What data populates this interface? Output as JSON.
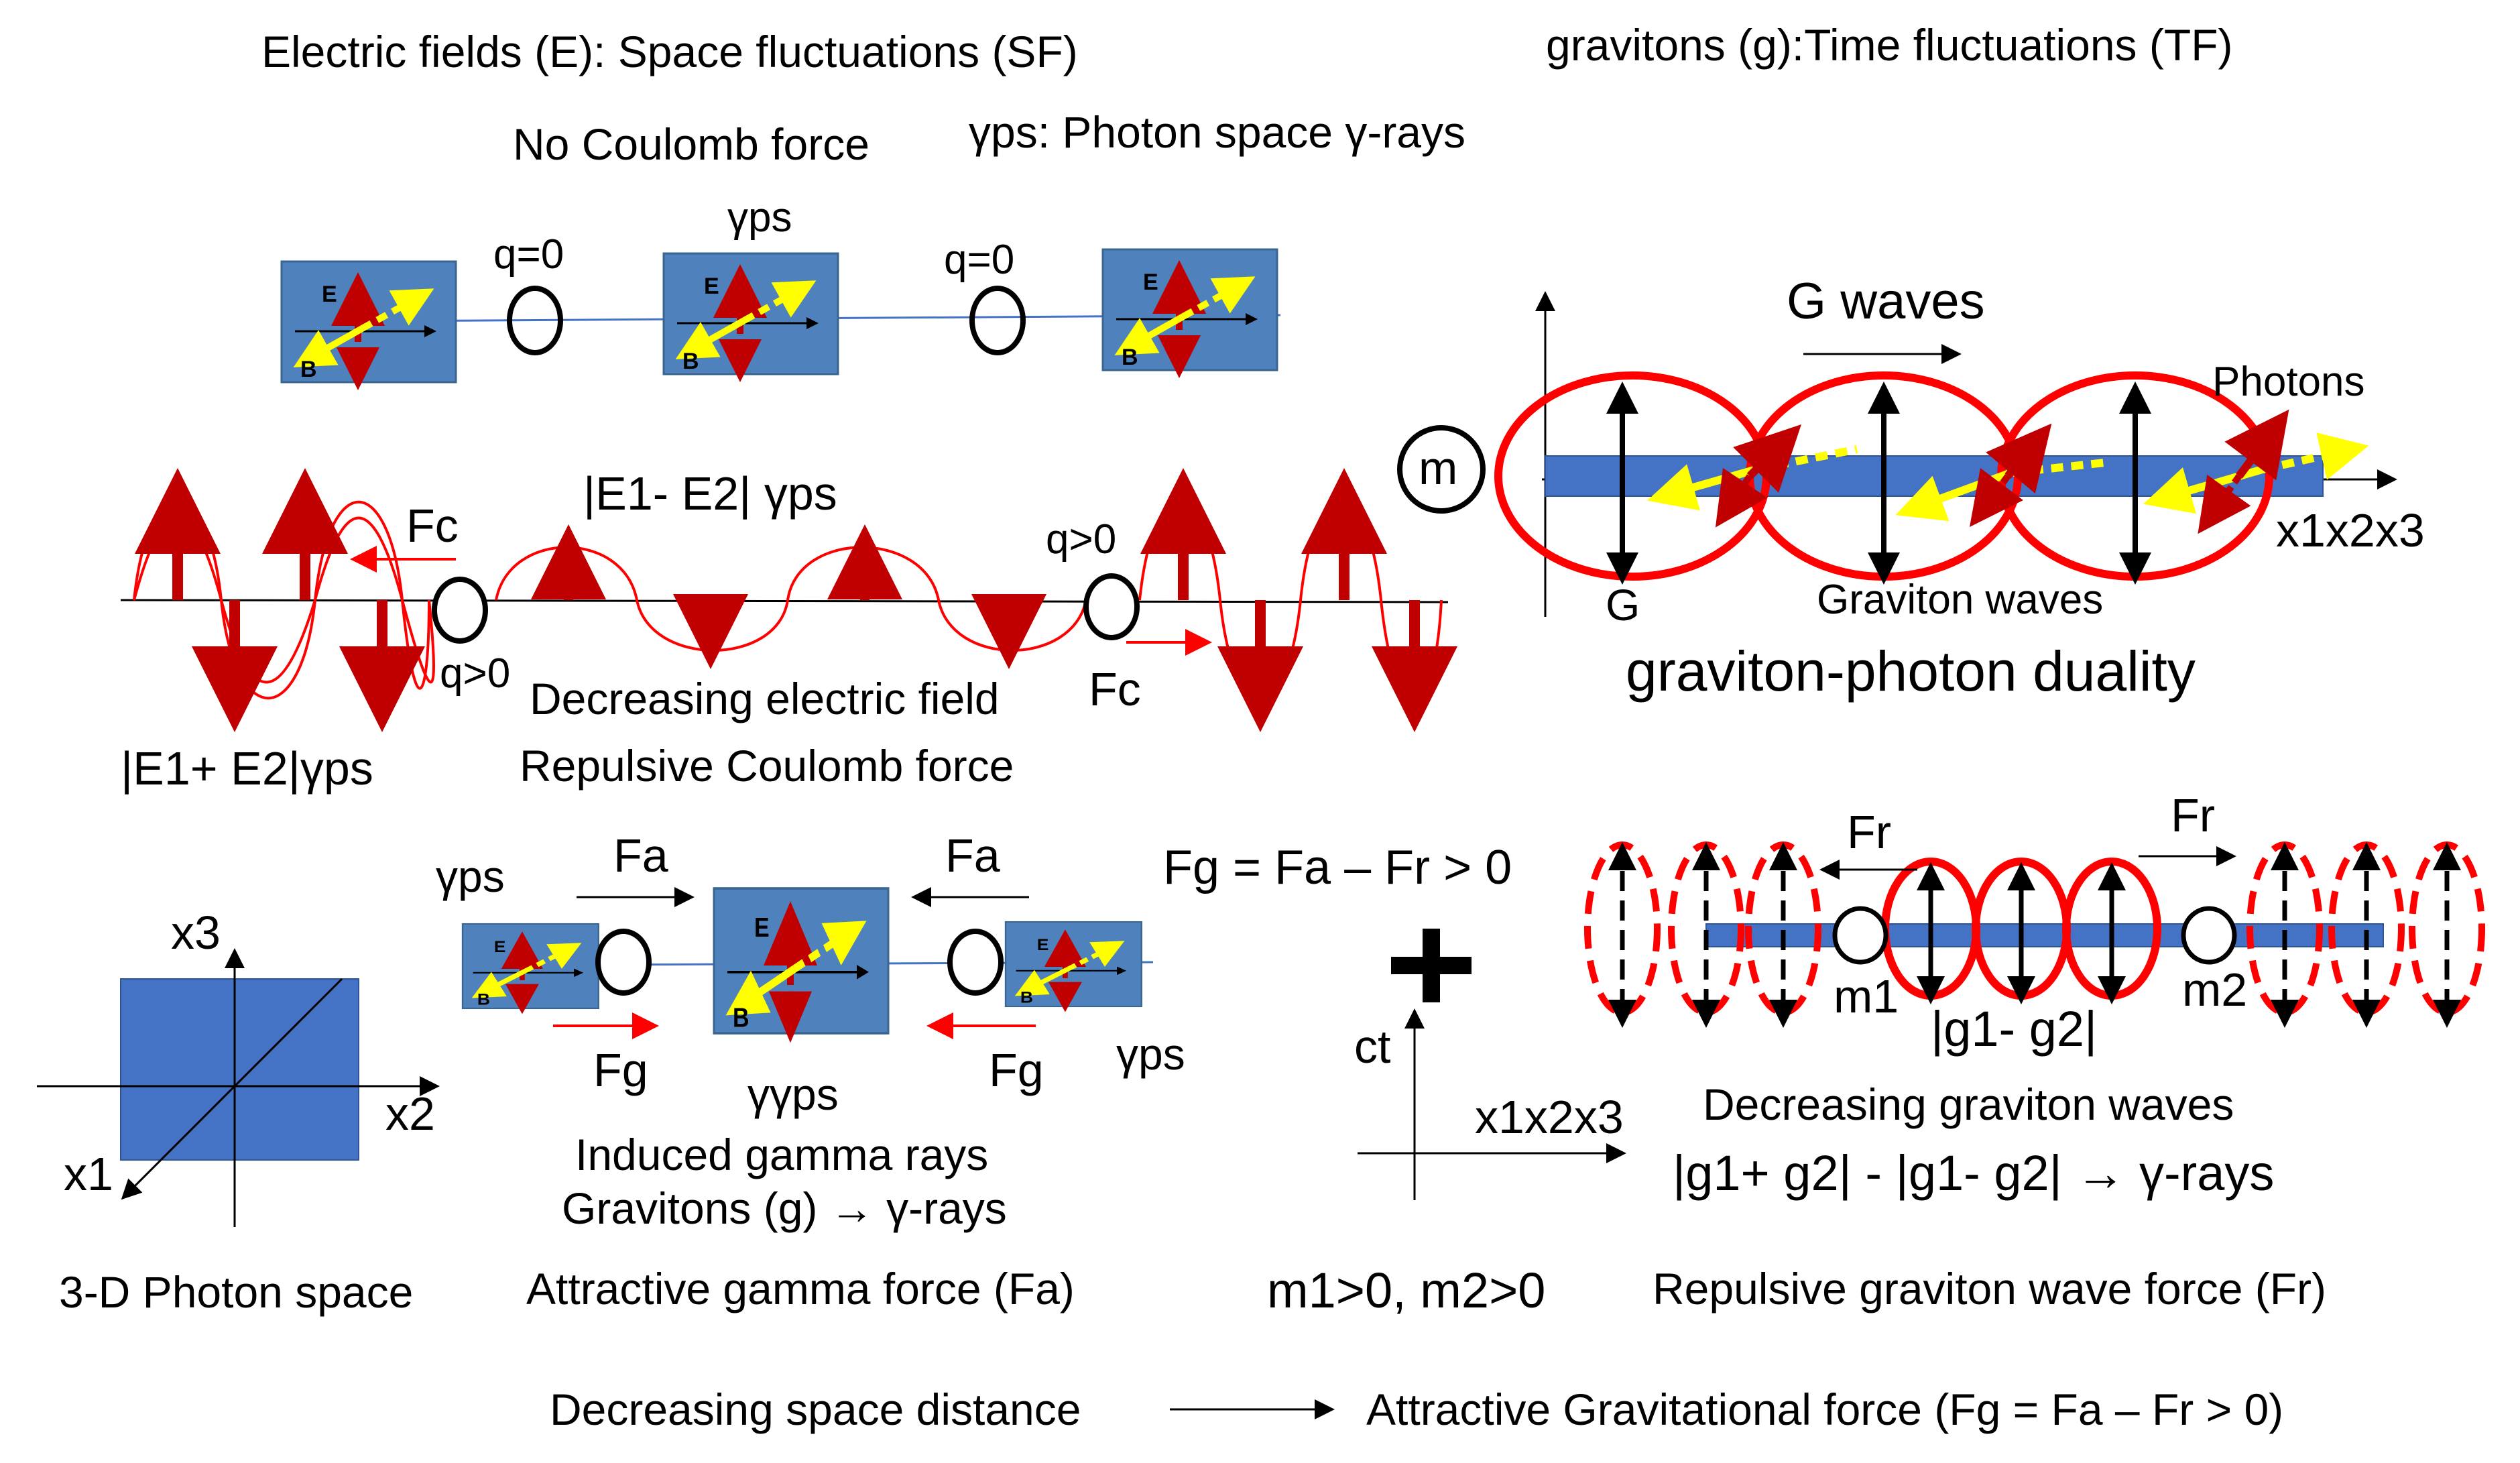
{
  "colors": {
    "field_box": "#4F81BD",
    "box_border": "#3A6590",
    "dark_red": "#C00000",
    "red": "#FF0000",
    "yellow": "#FFFF00",
    "blue_line": "#4472C4",
    "black": "#000000"
  },
  "headers": {
    "electric": "Electric fields (E): Space fluctuations (SF)",
    "gravitons": "gravitons (g):Time fluctuations (TF)",
    "no_coulomb": "No Coulomb force",
    "gamma_ps_def": "γps: Photon space γ-rays"
  },
  "row1": {
    "gamma_label": "γps",
    "q0_left": "q=0",
    "q0_right": "q=0",
    "box_e": "E",
    "box_b": "B"
  },
  "coulomb": {
    "diff_label": "|E1- E2| γps",
    "fc_left": "Fc",
    "fc_right": "Fc",
    "q_pos_left": "q>0",
    "q_pos_right": "q>0",
    "decreasing": "Decreasing electric field",
    "repulsive": "Repulsive Coulomb force",
    "sum_label": "|E1+ E2|γps"
  },
  "duality": {
    "g_waves": "G waves",
    "photons": "Photons",
    "mass": "m",
    "g_label": "G",
    "graviton_waves": "Graviton waves",
    "axis": "x1x2x3",
    "title": "graviton-photon duality"
  },
  "photon_space": {
    "x3": "x3",
    "x2": "x2",
    "x1": "x1",
    "caption": "3-D Photon space"
  },
  "gamma_force": {
    "gamma_left": "γps",
    "gamma_right": "γps",
    "fa_left": "Fa",
    "fa_right": "Fa",
    "fg_left": "Fg",
    "fg_right": "Fg",
    "center_label": "γγps",
    "induced": "Induced gamma rays",
    "gravitons": "Gravitons (g) → γ-rays",
    "caption": "Attractive gamma force (Fa)"
  },
  "middle": {
    "equation": "Fg = Fa – Fr > 0",
    "plus": "+",
    "ct": "ct",
    "axis": "x1x2x3",
    "masses": "m1>0, m2>0"
  },
  "graviton_force": {
    "fr_left": "Fr",
    "fr_right": "Fr",
    "m1": "m1",
    "m2": "m2",
    "diff": "|g1- g2|",
    "decreasing": "Decreasing graviton waves",
    "equation": "|g1+ g2| - |g1- g2| → γ-rays",
    "caption": "Repulsive graviton wave force (Fr)"
  },
  "footer": {
    "left": "Decreasing space distance",
    "right": "Attractive Gravitational force (Fg = Fa – Fr > 0)"
  }
}
